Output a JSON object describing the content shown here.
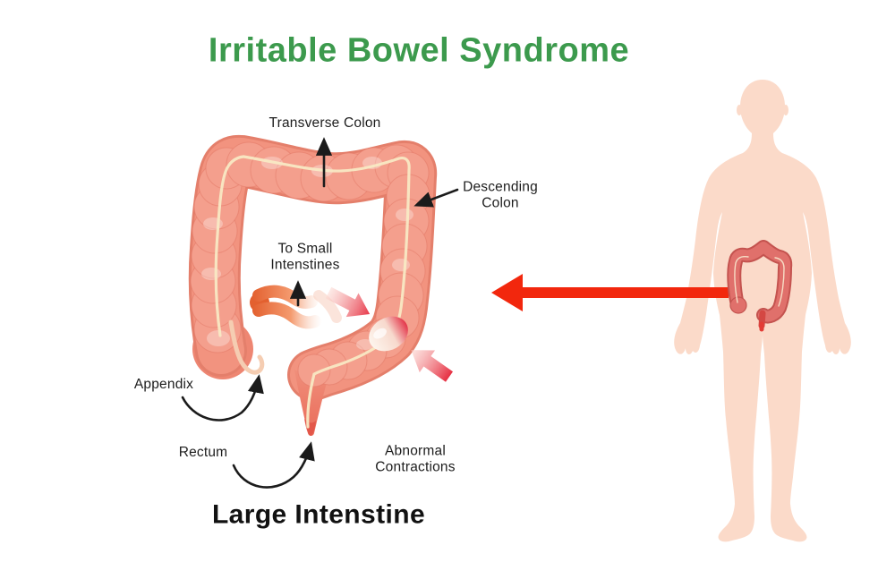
{
  "title": {
    "text": "Irritable Bowel Syndrome"
  },
  "labels": {
    "transverse_colon": "Transverse Colon",
    "descending_colon": "Descending\nColon",
    "to_small_intestines": "To Small\nIntenstines",
    "appendix": "Appendix",
    "rectum": "Rectum",
    "abnormal_contractions": "Abnormal\nContractions",
    "large_intestine": "Large Intenstine"
  },
  "colors": {
    "title_green": "#3c9a4d",
    "colon_salmon": "#f2937f",
    "colon_edge": "#e47f6b",
    "taenia_cream": "#f8e9c4",
    "body_peach": "#fbdac9",
    "mini_colon_pink": "#e0706b",
    "pointer_arrow_red": "#f2270d",
    "contraction_red": "#e63946",
    "label_black": "#1d1d1d"
  }
}
